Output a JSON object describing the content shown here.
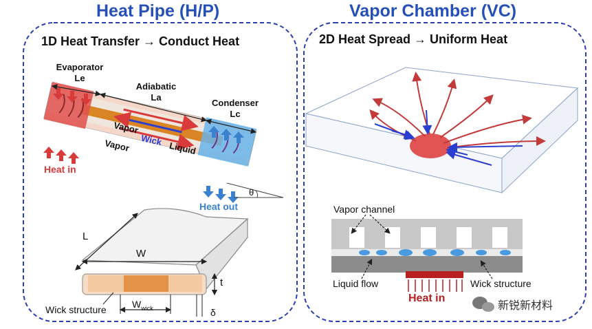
{
  "heat_pipe": {
    "title": "Heat Pipe (H/P)",
    "subtitle": "1D Heat Transfer → Conduct Heat",
    "evaporator": {
      "name": "Evaporator",
      "symbol": "Le"
    },
    "adiabatic": {
      "name": "Adiabatic",
      "symbol": "La"
    },
    "condenser": {
      "name": "Condenser",
      "symbol": "Lc"
    },
    "vapor_top": "Vapor",
    "vapor_bottom": "Vapor",
    "wick": "Wick",
    "liquid": "Liquid",
    "heat_in": "Heat in",
    "heat_out": "Heat out",
    "angle": "θ",
    "dims": {
      "L": "L",
      "W": "W",
      "t": "t",
      "w_wick": "W",
      "w_wick_sub": "wick",
      "delta": "δ"
    },
    "wick_structure": "Wick structure"
  },
  "vapor_chamber": {
    "title": "Vapor Chamber (VC)",
    "subtitle": "2D Heat Spread → Uniform Heat",
    "vapor_channel": "Vapor channel",
    "liquid_flow": "Liquid flow",
    "wick_structure": "Wick structure",
    "heat_in": "Heat in"
  },
  "watermark": "新锐新材料",
  "colors": {
    "title_blue": "#2550b8",
    "frame_dash": "#2b3fb0",
    "hot_red": "#d93a3a",
    "cool_blue": "#3a82d0",
    "liquid_orange": "#d98526",
    "arrow_blue": "#2a3ed0"
  }
}
